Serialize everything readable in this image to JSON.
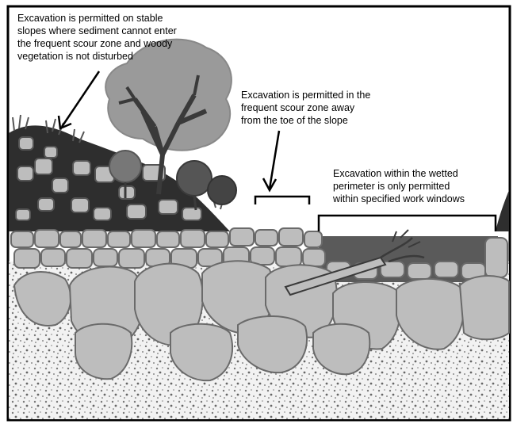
{
  "annotations": {
    "slope": "Excavation is permitted on stable\nslopes where sediment cannot enter\nthe frequent scour zone and woody\nvegetation is not disturbed",
    "scour": "Excavation is permitted in the\nfrequent scour zone away\nfrom the toe of the slope",
    "wetted": "Excavation within the wetted\nperimeter is  only permitted\nwithin specified work windows"
  },
  "colors": {
    "bank": "#2e2e2e",
    "rock_fill": "#bdbdbd",
    "rock_edge": "#6a6a6a",
    "water": "#5a5a5a",
    "tree_canopy_light": "#9a9a9a",
    "tree_canopy_dark": "#555555",
    "bed_speckle": "#8a8a8a"
  },
  "icons": [
    "arrow-down-left-icon",
    "arrow-down-icon",
    "bracket-icon",
    "tree-icon",
    "log-icon"
  ]
}
